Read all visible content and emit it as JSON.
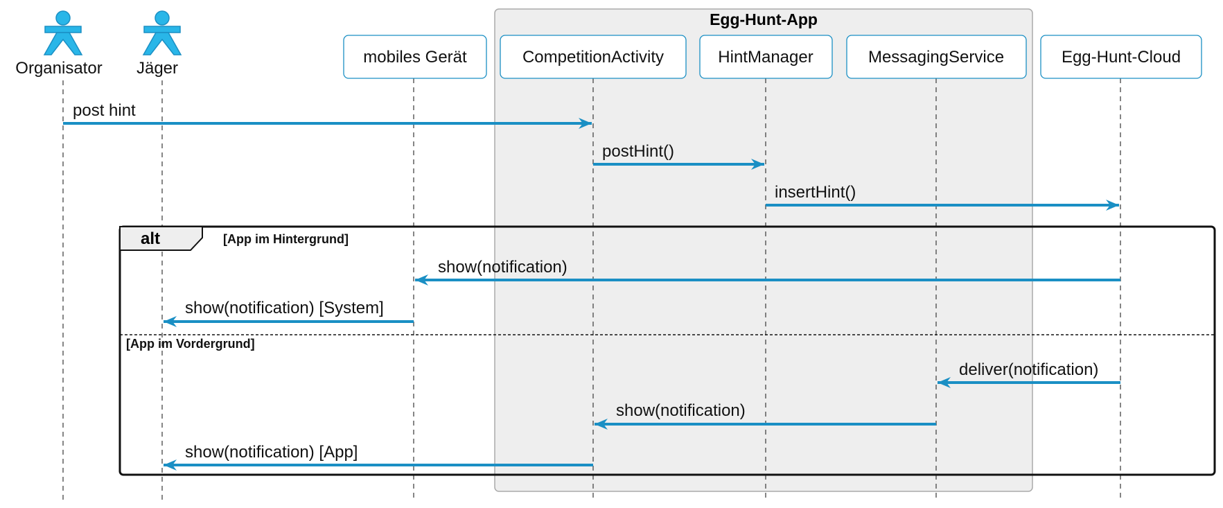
{
  "diagram": {
    "type": "sequence",
    "colors": {
      "actor_fill": "#29b6e8",
      "actor_stroke": "#1a8fc4",
      "participant_stroke": "#1a8fc4",
      "arrow": "#1a8fc4",
      "group_fill": "#eeeeee",
      "group_stroke": "#aaaaaa",
      "lifeline": "#444444",
      "frame": "#111111"
    },
    "group": {
      "title": "Egg-Hunt-App"
    },
    "actors": [
      {
        "id": "organisator",
        "label": "Organisator"
      },
      {
        "id": "jaeger",
        "label": "Jäger"
      }
    ],
    "participants": [
      {
        "id": "geraet",
        "label": "mobiles Gerät"
      },
      {
        "id": "competition",
        "label": "CompetitionActivity"
      },
      {
        "id": "hintmanager",
        "label": "HintManager"
      },
      {
        "id": "messaging",
        "label": "MessagingService"
      },
      {
        "id": "cloud",
        "label": "Egg-Hunt-Cloud"
      }
    ],
    "messages": [
      {
        "from": "organisator",
        "to": "competition",
        "label": "post hint"
      },
      {
        "from": "competition",
        "to": "hintmanager",
        "label": "postHint()"
      },
      {
        "from": "hintmanager",
        "to": "cloud",
        "label": "insertHint()"
      },
      {
        "from": "cloud",
        "to": "geraet",
        "label": "show(notification)"
      },
      {
        "from": "geraet",
        "to": "jaeger",
        "label": "show(notification) [System]"
      },
      {
        "from": "cloud",
        "to": "messaging",
        "label": "deliver(notification)"
      },
      {
        "from": "messaging",
        "to": "competition",
        "label": "show(notification)"
      },
      {
        "from": "competition",
        "to": "jaeger",
        "label": "show(notification) [App]"
      }
    ],
    "fragment": {
      "operator": "alt",
      "guard1": "[App im Hintergrund]",
      "guard2": "[App im Vordergrund]"
    }
  }
}
